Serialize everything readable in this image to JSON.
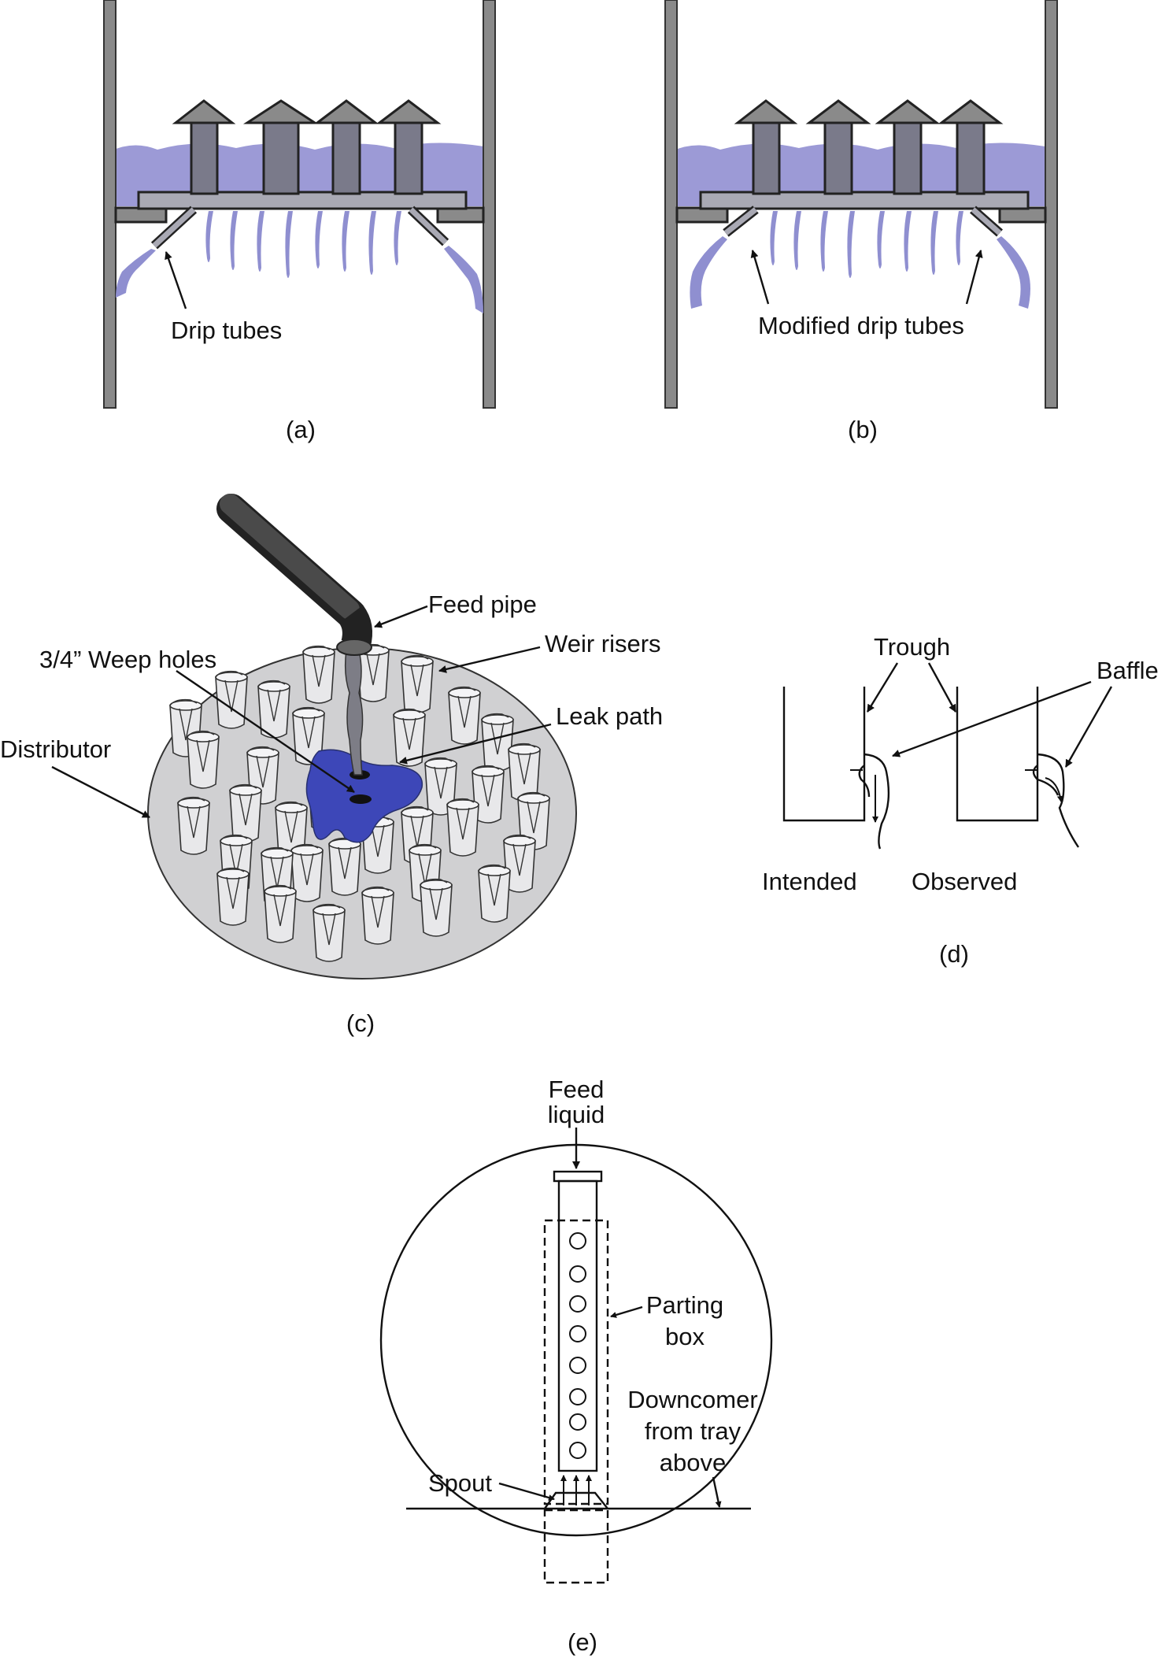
{
  "panel_a": {
    "caption": "(a)",
    "label_drip_tubes": "Drip tubes"
  },
  "panel_b": {
    "caption": "(b)",
    "label_modified_drip_tubes": "Modified drip tubes"
  },
  "panel_c": {
    "caption": "(c)",
    "label_feed_pipe": "Feed pipe",
    "label_weir_risers": "Weir risers",
    "label_weep_holes": "3/4” Weep holes",
    "label_leak_path": "Leak path",
    "label_distributor": "Distributor"
  },
  "panel_d": {
    "caption": "(d)",
    "label_trough": "Trough",
    "label_baffle": "Baffle",
    "label_intended": "Intended",
    "label_observed": "Observed"
  },
  "panel_e": {
    "caption": "(e)",
    "label_feed_line1": "Feed",
    "label_feed_line2": "liquid",
    "label_parting_line1": "Parting",
    "label_parting_line2": "box",
    "label_downcomer_line1": "Downcomer",
    "label_downcomer_line2": "from tray",
    "label_downcomer_line3": "above",
    "label_spout": "Spout"
  },
  "colors": {
    "liquid": "#9c9ad6",
    "leak_path": "#3d47b8",
    "distributor_plate": "#d0d0d2"
  }
}
